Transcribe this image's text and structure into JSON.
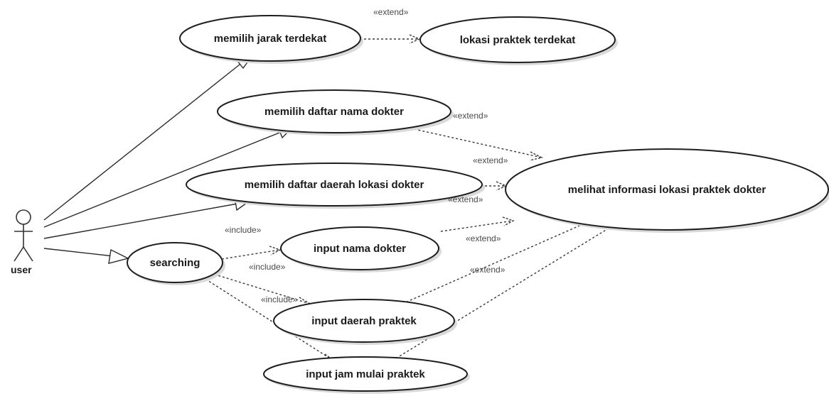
{
  "diagram": {
    "type": "use-case",
    "actor": {
      "label": "user",
      "icon": "stick-figure-icon"
    },
    "use_cases": {
      "jarak": "memilih jarak terdekat",
      "lokasi_terdekat": "lokasi praktek terdekat",
      "daftar_nama": "memilih daftar nama dokter",
      "daftar_daerah": "memilih daftar daerah lokasi dokter",
      "melihat_info": "melihat informasi lokasi praktek dokter",
      "searching": "searching",
      "input_nama": "input nama dokter",
      "input_daerah": "input daerah praktek",
      "input_jam": "input jam mulai praktek"
    },
    "stereotypes": {
      "extend_top": "«extend»",
      "extend_daftar_nama": "«extend»",
      "extend_mid": "«extend»",
      "extend_daftar_daerah": "«extend»",
      "include_left": "«include»",
      "extend_input_nama": "«extend»",
      "include_searching": "«include»",
      "extend_input_daerah": "«extend»",
      "include_lower": "«include»"
    },
    "relationships": [
      {
        "from": "user",
        "to": "memilih jarak terdekat",
        "kind": "association"
      },
      {
        "from": "user",
        "to": "memilih daftar nama dokter",
        "kind": "association"
      },
      {
        "from": "user",
        "to": "memilih daftar daerah lokasi dokter",
        "kind": "association"
      },
      {
        "from": "user",
        "to": "searching",
        "kind": "association"
      },
      {
        "from": "memilih jarak terdekat",
        "to": "lokasi praktek terdekat",
        "kind": "extend"
      },
      {
        "from": "memilih daftar nama dokter",
        "to": "melihat informasi lokasi praktek dokter",
        "kind": "extend"
      },
      {
        "from": "memilih daftar daerah lokasi dokter",
        "to": "melihat informasi lokasi praktek dokter",
        "kind": "extend"
      },
      {
        "from": "input nama dokter",
        "to": "melihat informasi lokasi praktek dokter",
        "kind": "extend"
      },
      {
        "from": "input daerah praktek",
        "to": "melihat informasi lokasi praktek dokter",
        "kind": "extend"
      },
      {
        "from": "input jam mulai praktek",
        "to": "melihat informasi lokasi praktek dokter",
        "kind": "extend"
      },
      {
        "from": "searching",
        "to": "input nama dokter",
        "kind": "include"
      },
      {
        "from": "searching",
        "to": "input daerah praktek",
        "kind": "include"
      },
      {
        "from": "searching",
        "to": "input jam mulai praktek",
        "kind": "include"
      }
    ]
  }
}
